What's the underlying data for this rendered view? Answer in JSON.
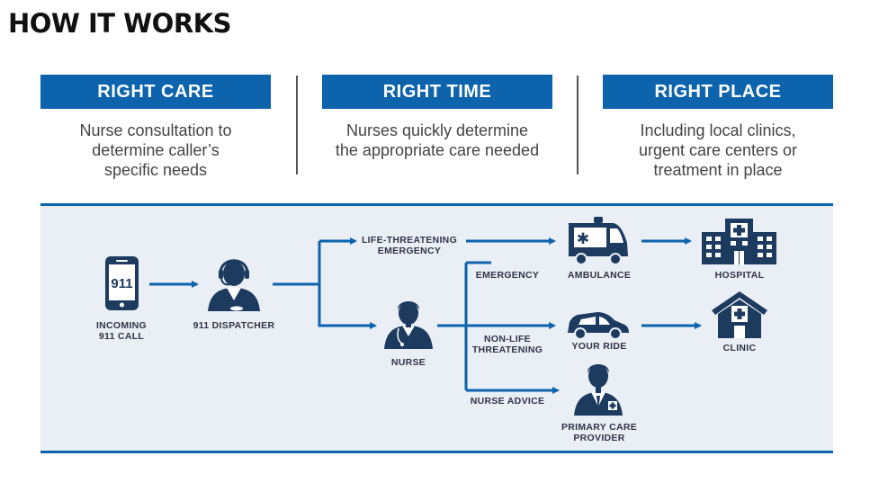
{
  "title": "HOW IT WORKS",
  "pillars": [
    {
      "heading": "RIGHT CARE",
      "text": [
        "Nurse consultation to",
        "determine caller’s",
        "specific needs"
      ]
    },
    {
      "heading": "RIGHT TIME",
      "text": [
        "Nurses quickly determine",
        "the appropriate care needed"
      ]
    },
    {
      "heading": "RIGHT PLACE",
      "text": [
        "Including local clinics,",
        "urgent care centers or",
        "treatment in place"
      ]
    }
  ],
  "flow": {
    "phone_number": "911",
    "incoming_call": [
      "INCOMING",
      "911 CALL"
    ],
    "dispatcher": "911 DISPATCHER",
    "life_threatening": [
      "LIFE-THREATENING",
      "EMERGENCY"
    ],
    "nurse": "NURSE",
    "emergency": "EMERGENCY",
    "non_life_threatening": [
      "NON-LIFE",
      "THREATENING"
    ],
    "nurse_advice": "NURSE ADVICE",
    "ambulance": "AMBULANCE",
    "your_ride": "YOUR RIDE",
    "primary_care": [
      "PRIMARY CARE",
      "PROVIDER"
    ],
    "hospital": "HOSPITAL",
    "clinic": "CLINIC"
  },
  "colors": {
    "brand_blue": "#0d63ac",
    "icon_navy": "#1d3a5f",
    "panel_bg": "#e9eff5"
  }
}
